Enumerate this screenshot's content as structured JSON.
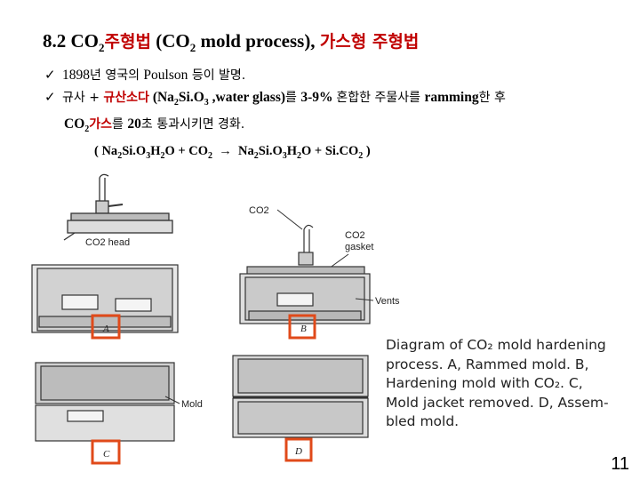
{
  "title": {
    "prefix": "8.2 CO",
    "prefix_sub": "2",
    "korean1": "주형법",
    "paren_open": " (CO",
    "paren_sub": "2",
    "paren_rest": " mold process), ",
    "korean2": "가스형 주형법"
  },
  "bullets": {
    "line1": {
      "year": "1898",
      "text_a": "년 영국의 ",
      "name": "Poulson",
      "text_b": " 등이 발명."
    },
    "line2": {
      "a": "규사 + ",
      "red": "규산소다",
      "b": " (Na",
      "sub1": "2",
      "c": "Si.O",
      "sub2": "3",
      "d": " ,water glass)",
      "e": "를 ",
      "f": "3-9% ",
      "g": "혼합한 주물사를 ",
      "h": "ramming",
      "i": "한 후"
    },
    "line3": {
      "a": "CO",
      "sub": "2",
      "red": "가스",
      "b": "를 ",
      "c": "20",
      "d": "초 통과시키면 경화."
    },
    "line4": {
      "a": "( Na",
      "s1": "2",
      "b": "Si.O",
      "s2": "3",
      "c": "H",
      "s3": "2",
      "d": "O + CO",
      "s4": "2",
      "arrow": "  →  ",
      "e": "Na",
      "s5": "2",
      "f": "Si.O",
      "s6": "3",
      "g": "H",
      "s7": "2",
      "h": "O + Si.CO",
      "s8": "2",
      "i": " )"
    }
  },
  "figure": {
    "label_co2_head": "CO2 head",
    "label_co2": "CO2",
    "label_co2_gasket_1": "CO2",
    "label_co2_gasket_2": "gasket",
    "label_vents": "Vents",
    "label_mold": "Mold",
    "panel_a": "A",
    "panel_b": "B",
    "panel_c": "C",
    "panel_d": "D",
    "highlight_color": "#e04a1a"
  },
  "caption": {
    "lines": [
      "Diagram of CO₂ mold hardening",
      "process. A, Rammed mold. B,",
      "Hardening mold with CO₂. C,",
      "Mold jacket removed. D, Assem-",
      "bled mold."
    ]
  },
  "page_number": "11"
}
